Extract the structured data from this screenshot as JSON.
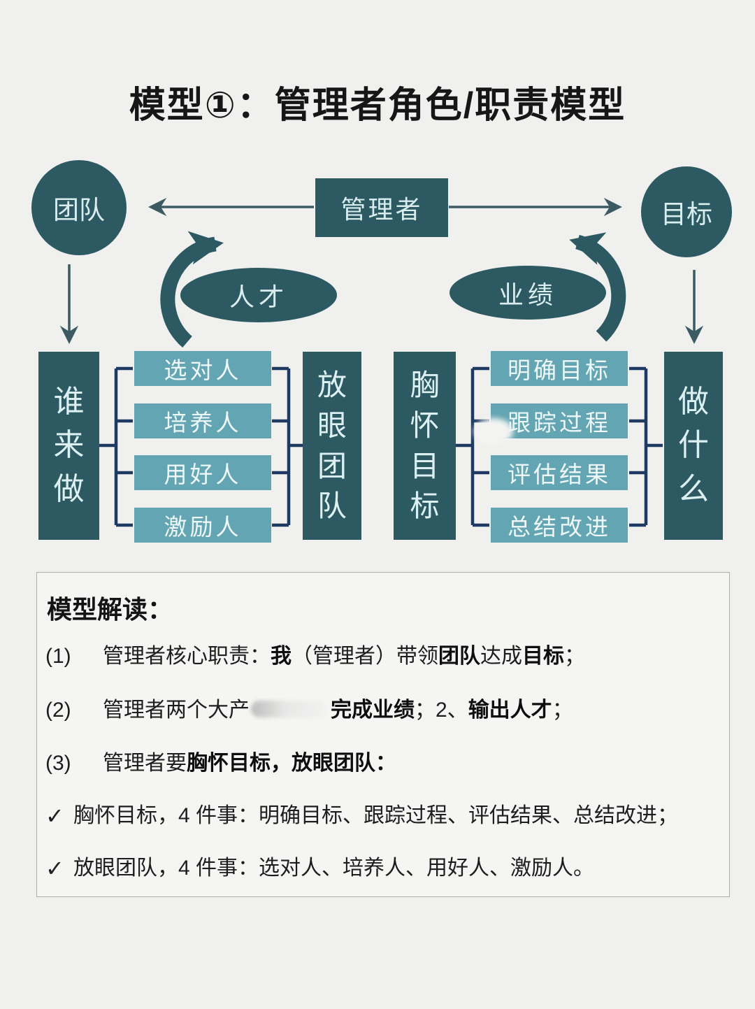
{
  "title": "模型①：管理者角色/职责模型",
  "colors": {
    "background": "#f0f1ef",
    "dark_teal": "#2c5962",
    "light_teal": "#63a5b2",
    "bracket_navy": "#1e3a63",
    "arrow_stroke": "#3b5a62",
    "text_on_dark": "#dcf0f1",
    "body_text": "#1d1d1d"
  },
  "diagram": {
    "team_circle": "团队",
    "manager_box": "管理者",
    "goal_circle": "目标",
    "talent_ellipse": "人才",
    "performance_ellipse": "业绩",
    "who_box": "谁来做",
    "team_view_box": "放眼团队",
    "goal_mind_box": "胸怀目标",
    "what_box": "做什么",
    "team_items": [
      "选对人",
      "培养人",
      "用好人",
      "激励人"
    ],
    "goal_items": [
      "明确目标",
      "跟踪过程",
      "评估结果",
      "总结改进"
    ]
  },
  "panel": {
    "heading": "模型解读：",
    "line1": {
      "marker": "(1)",
      "seg1": "管理者核心职责：",
      "seg2": "我",
      "seg3": "（管理者）带领",
      "seg4": "团队",
      "seg5": "达成",
      "seg6": "目标",
      "seg7": "；"
    },
    "line2": {
      "marker": "(2)",
      "seg1": "管理者两个大产",
      "seg2": "完成业绩",
      "seg3": "；2、",
      "seg4": "输出人才",
      "seg5": "；"
    },
    "line3": {
      "marker": "(3)",
      "seg1": "管理者要",
      "seg2": "胸怀目标，放眼团队："
    },
    "line4": {
      "marker": "✓",
      "text": "胸怀目标，4 件事：明确目标、跟踪过程、评估结果、总结改进；"
    },
    "line5": {
      "marker": "✓",
      "text": "放眼团队，4 件事：选对人、培养人、用好人、激励人。"
    }
  }
}
